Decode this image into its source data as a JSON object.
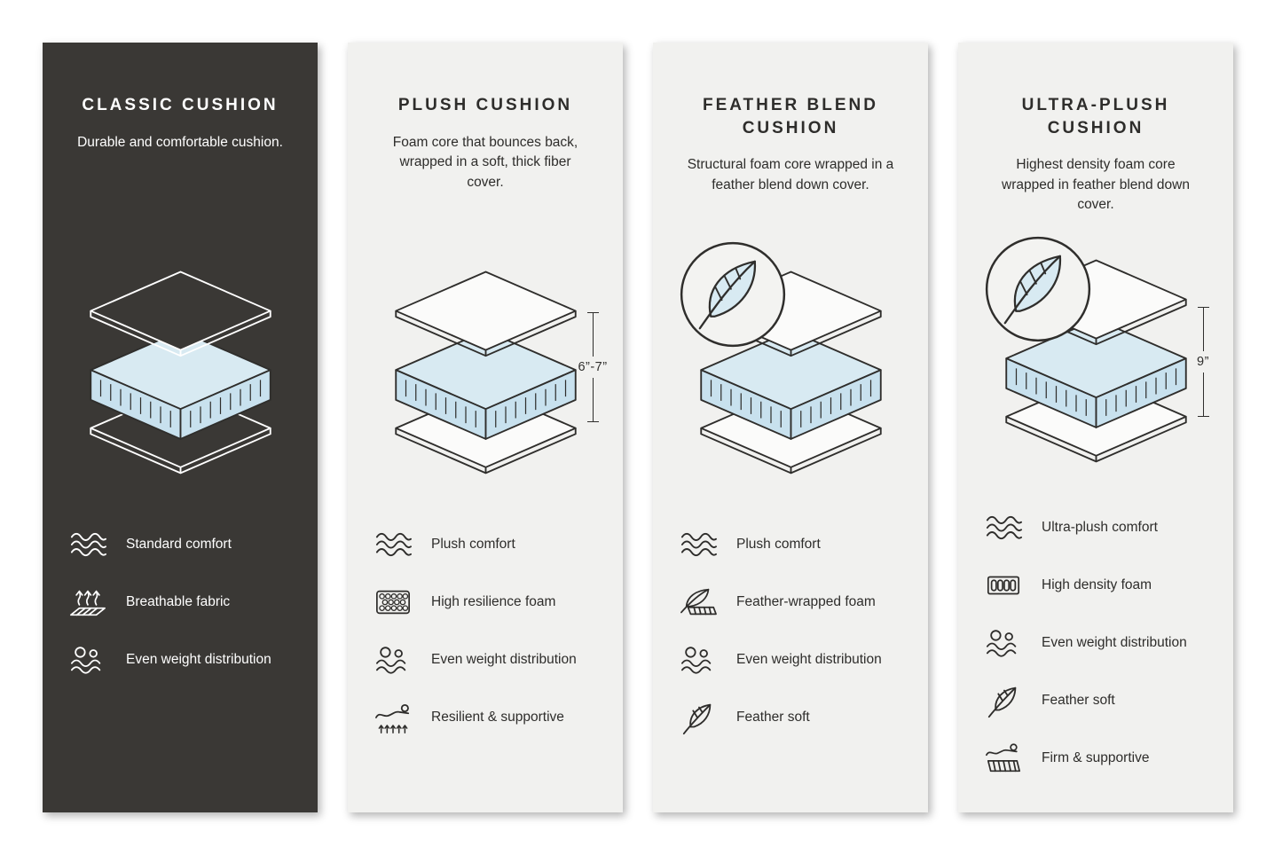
{
  "page": {
    "background": "#ffffff"
  },
  "colors": {
    "dark_panel": "#3a3835",
    "light_panel": "#f1f1ef",
    "foam_blue_top": "#d8eaf2",
    "foam_blue_side": "#c8e1ee",
    "line_dark": "#2f2e2c",
    "line_on_dark": "#ffffff"
  },
  "cards": [
    {
      "title": "CLASSIC CUSHION",
      "description": "Durable and comfortable cushion.",
      "theme": "dark",
      "diagram": {
        "illustration": "cushion-stack",
        "badge_icon": null,
        "measurement": null
      },
      "features": [
        {
          "icon": "waves-icon",
          "label": "Standard comfort"
        },
        {
          "icon": "breathable-icon",
          "label": "Breathable fabric"
        },
        {
          "icon": "even-weight-icon",
          "label": "Even weight distribution"
        }
      ]
    },
    {
      "title": "PLUSH CUSHION",
      "description": "Foam core that bounces back, wrapped in a soft, thick fiber cover.",
      "theme": "light",
      "diagram": {
        "illustration": "cushion-stack",
        "badge_icon": null,
        "measurement": "6”-7”"
      },
      "features": [
        {
          "icon": "waves-icon",
          "label": "Plush comfort"
        },
        {
          "icon": "foam-cells-icon",
          "label": "High resilience foam"
        },
        {
          "icon": "even-weight-icon",
          "label": "Even weight distribution"
        },
        {
          "icon": "resilient-icon",
          "label": "Resilient & supportive"
        }
      ]
    },
    {
      "title": "FEATHER BLEND CUSHION",
      "description": "Structural foam core wrapped in a feather blend down cover.",
      "theme": "light",
      "diagram": {
        "illustration": "cushion-stack",
        "badge_icon": "feather-badge-icon",
        "measurement": null
      },
      "features": [
        {
          "icon": "waves-icon",
          "label": "Plush comfort"
        },
        {
          "icon": "feather-foam-icon",
          "label": "Feather-wrapped foam"
        },
        {
          "icon": "even-weight-icon",
          "label": "Even weight distribution"
        },
        {
          "icon": "feather-icon",
          "label": "Feather soft"
        }
      ]
    },
    {
      "title": "ULTRA-PLUSH CUSHION",
      "description": "Highest density foam core wrapped in feather blend down cover.",
      "theme": "light",
      "diagram": {
        "illustration": "cushion-stack",
        "badge_icon": "feather-badge-icon",
        "measurement": "9”"
      },
      "features": [
        {
          "icon": "waves-icon",
          "label": "Ultra-plush comfort"
        },
        {
          "icon": "density-foam-icon",
          "label": "High density foam"
        },
        {
          "icon": "even-weight-icon",
          "label": "Even weight distribution"
        },
        {
          "icon": "feather-icon",
          "label": "Feather soft"
        },
        {
          "icon": "firm-icon",
          "label": "Firm & supportive"
        }
      ]
    }
  ]
}
